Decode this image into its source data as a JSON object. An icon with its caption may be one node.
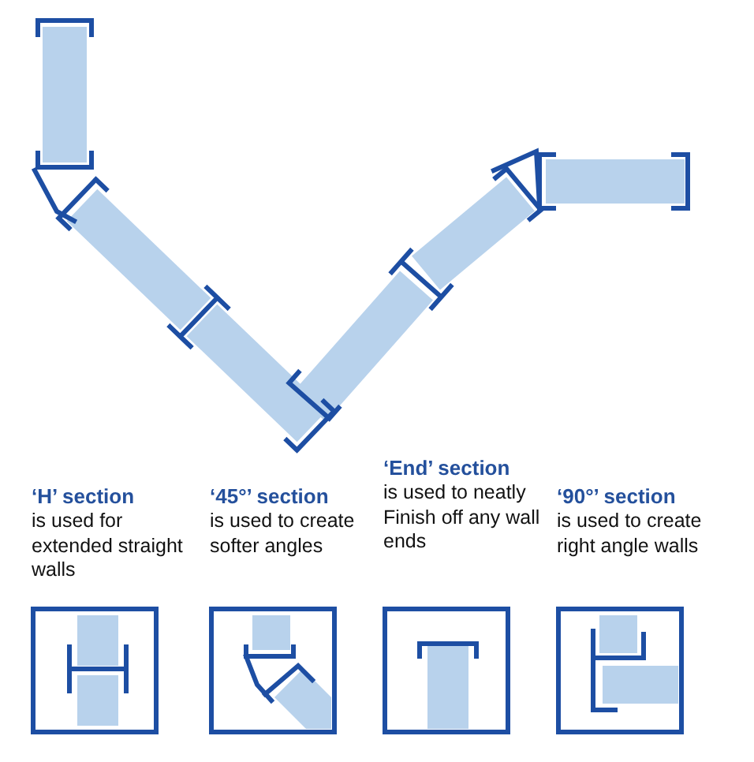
{
  "diagram": {
    "labels": [
      "‘H’ section",
      "is used for extended straight walls",
      "‘45°’ section",
      "is used to create softer angles",
      "‘End’ section",
      "is used to neatly Finish off any wall ends",
      "‘90°’ section",
      "is used to create right angle walls"
    ]
  }
}
